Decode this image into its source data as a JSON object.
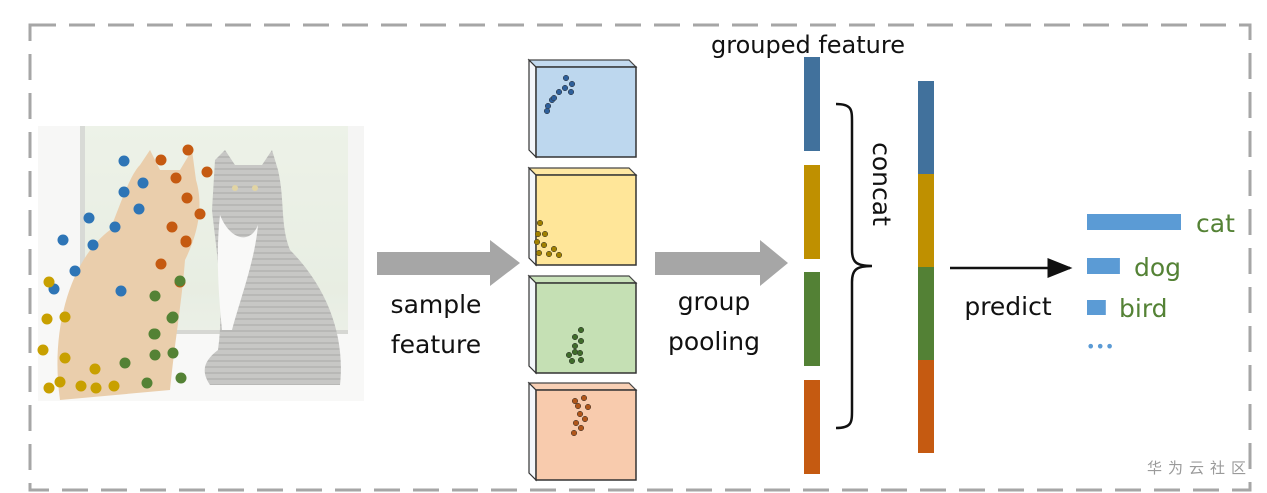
{
  "diagram": {
    "title": "grouped feature",
    "colors": {
      "blue": "#2e75b6",
      "orange": "#c55a11",
      "yellow": "#c8a000",
      "green": "#548235",
      "frame": "#a6a6a6",
      "arrow": "#a6a6a6",
      "class_text": "#548235",
      "class_bar": "#5b9bd5"
    },
    "input_image": {
      "description": "photo of two cats (orange tabby and grey tabby) sitting at a window",
      "point_groups": [
        {
          "name": "head-right",
          "color": "orange",
          "count": 11
        },
        {
          "name": "head-left",
          "color": "blue",
          "count": 11
        },
        {
          "name": "body-left",
          "color": "yellow",
          "count": 11
        },
        {
          "name": "body-right",
          "color": "green",
          "count": 11
        }
      ]
    },
    "steps": [
      {
        "id": "sample",
        "line1": "sample",
        "line2": "feature"
      },
      {
        "id": "pool",
        "line1": "group",
        "line2": "pooling"
      },
      {
        "id": "concat",
        "label": "concat"
      },
      {
        "id": "predict",
        "label": "predict"
      }
    ],
    "feature_maps": [
      {
        "color": "blue",
        "fill": "#bdd7ee",
        "dot": "#2e5f9a"
      },
      {
        "color": "yellow",
        "fill": "#ffe699",
        "dot": "#a08000"
      },
      {
        "color": "green",
        "fill": "#c5e0b4",
        "dot": "#3f6b2a"
      },
      {
        "color": "orange",
        "fill": "#f8cbad",
        "dot": "#b0561a"
      }
    ],
    "grouped_bars": [
      "#41719c",
      "#bf9000",
      "#538135",
      "#c55a11"
    ],
    "predictions": [
      {
        "label": "cat",
        "score": 1.0
      },
      {
        "label": "dog",
        "score": 0.35
      },
      {
        "label": "bird",
        "score": 0.2
      }
    ],
    "more": "•••",
    "watermark": "华为云社区"
  }
}
